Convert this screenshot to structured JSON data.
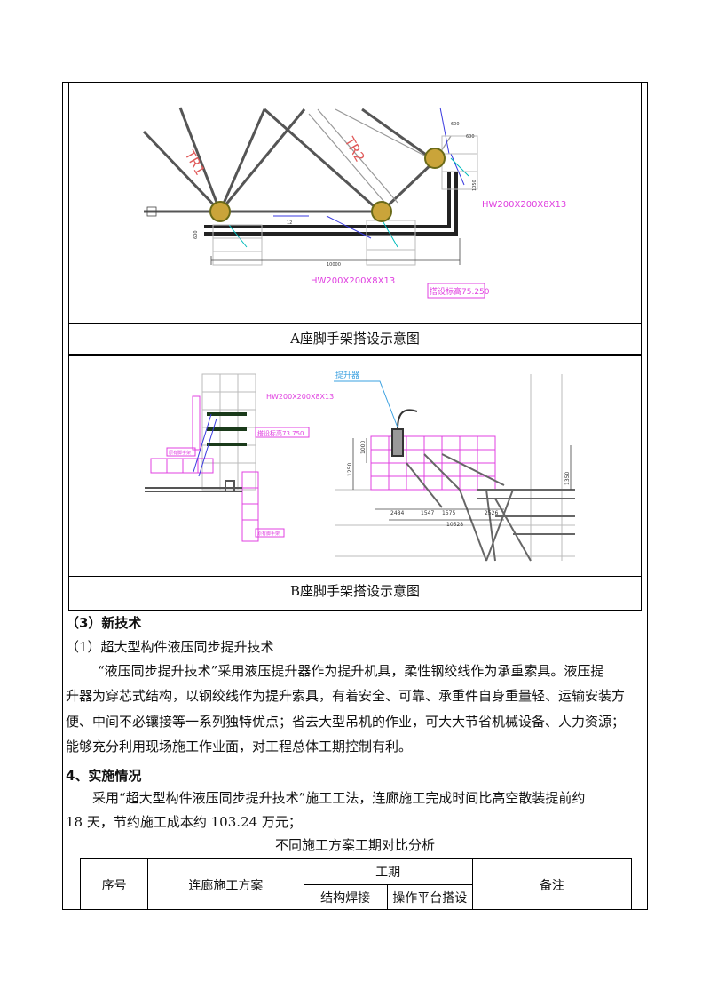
{
  "figure_a": {
    "caption": "A座脚手架搭设示意图",
    "labels": {
      "tr1": "TR1",
      "tr2": "TR2",
      "beam_right": "HW200X200X8X13",
      "beam_bottom": "HW200X200X8X13",
      "elevation": "搭设标高75.250",
      "dim_600a": "600",
      "dim_600b": "600",
      "dim_1050": "1050",
      "dim_600c": "600",
      "dim_12": "12",
      "dim_10000": "10000"
    }
  },
  "figure_b": {
    "caption": "B座脚手架搭设示意图",
    "labels": {
      "beam": "HW200X200X8X13",
      "elevation": "搭设标高73.750",
      "tag1": "原有脚手架",
      "tag2": "原有脚手架",
      "lifter": "提升器",
      "dim_1000": "1000",
      "dim_1250": "1250",
      "dim_1350": "1350",
      "dim_2484": "2484",
      "dim_1547": "1547",
      "dim_1575": "1575",
      "dim_2526": "2526",
      "dim_10528": "10528"
    }
  },
  "section_new_tech": {
    "heading": "（3）新技术",
    "subheading": "（1）超大型构件液压同步提升技术",
    "para_lines": [
      "“液压同步提升技术”采用液压提升器作为提升机具，柔性钢绞线作为承重索具。液压提",
      "升器为穿芯式结构，以钢绞线作为提升索具，有着安全、可靠、承重件自身重量轻、运输安装方",
      "便、中间不必镶接等一系列独特优点；省去大型吊机的作业，可大大节省机械设备、人力资源；",
      "能够充分利用现场施工作业面，对工程总体工期控制有利。"
    ]
  },
  "section_impl": {
    "heading": "4、实施情况",
    "para_lines": [
      "采用“超大型构件液压同步提升技术”施工工法，连廊施工完成时间比高空散装提前约",
      "18 天，节约施工成本约 103.24 万元；"
    ],
    "table_title": "不同施工方案工期对比分析",
    "table": {
      "col_no": "序号",
      "col_plan": "连廊施工方案",
      "col_period": "工期",
      "col_weld": "结构焊接",
      "col_platform": "操作平台搭设",
      "col_note": "备注"
    }
  }
}
